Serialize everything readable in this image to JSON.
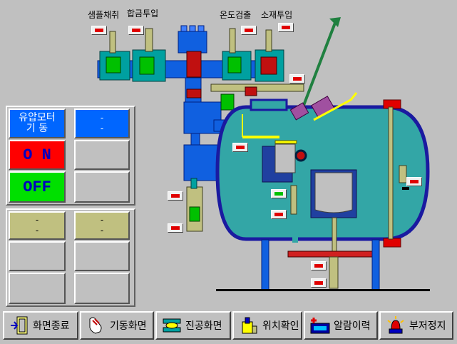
{
  "labels": {
    "sample": "샘플채취",
    "alloy": "합금투입",
    "temp": "온도검출",
    "material": "소재투입"
  },
  "left_panel": {
    "pump_label_line1": "유압모터",
    "pump_label_line2": "기 동",
    "on_label": "O N",
    "off_label": "OFF",
    "status_line1": "-",
    "status_line2": "-",
    "cell_a_line1": "-",
    "cell_a_line2": "-",
    "cell_b_line1": "-",
    "cell_b_line2": "-"
  },
  "bottom_bar": {
    "exit": "화면종료",
    "start": "기동화면",
    "vacuum": "진공화면",
    "position": "위치확인",
    "alarm": "알람이력",
    "buzzer": "부저정지"
  },
  "colors": {
    "background": "#c0c0c0",
    "vessel": "#33a6a6",
    "vessel_border": "#1a1aa0",
    "pipe": "#1060e0",
    "on_red": "#ff0000",
    "off_green": "#00e000",
    "status_blue": "#0066ff",
    "olive": "#c0c080",
    "alarm_red": "#e00000"
  },
  "icons": [
    "exit-door-icon",
    "hand-start-icon",
    "vacuum-icon",
    "position-icon",
    "alarm-history-icon",
    "buzzer-icon"
  ]
}
